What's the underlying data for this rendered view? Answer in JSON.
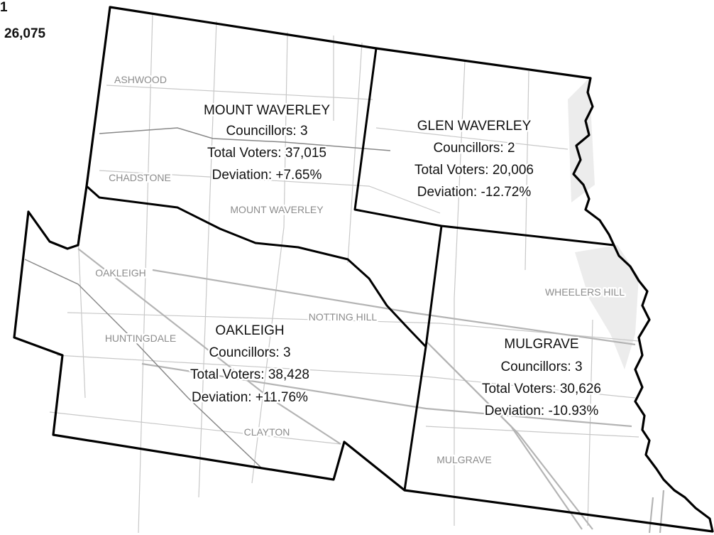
{
  "header": {
    "line1": "1",
    "line2": "26,075"
  },
  "wards": [
    {
      "name": "MOUNT WAVERLEY",
      "councillors": "Councillors: 3",
      "voters": "Total Voters: 37,015",
      "deviation": "Deviation: +7.65%"
    },
    {
      "name": "GLEN WAVERLEY",
      "councillors": "Councillors: 2",
      "voters": "Total Voters: 20,006",
      "deviation": "Deviation: -12.72%"
    },
    {
      "name": "OAKLEIGH",
      "councillors": "Councillors: 3",
      "voters": "Total Voters: 38,428",
      "deviation": "Deviation: +11.76%"
    },
    {
      "name": "MULGRAVE",
      "councillors": "Councillors: 3",
      "voters": "Total Voters: 30,626",
      "deviation": "Deviation: -10.93%"
    }
  ],
  "localities": {
    "ashwood": "ASHWOOD",
    "chadstone": "CHADSTONE",
    "mount_waverley": "MOUNT WAVERLEY",
    "oakleigh": "OAKLEIGH",
    "notting_hill": "NOTTING HILL",
    "huntingdale": "HUNTINGDALE",
    "clayton": "CLAYTON",
    "wheelers_hill": "WHEELERS HILL",
    "mulgrave": "MULGRAVE"
  },
  "colors": {
    "boundary": "#000000",
    "road": "#c8c8c8",
    "locality_text": "#8c8c8c",
    "parkland": "#ececec"
  }
}
